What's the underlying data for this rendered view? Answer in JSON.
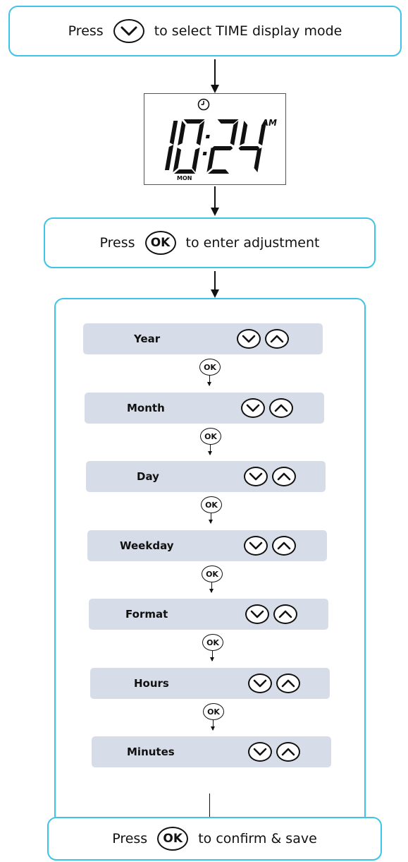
{
  "top_callout": {
    "before": "Press",
    "button": "down",
    "after": "to select TIME display mode"
  },
  "display": {
    "time": "10:24",
    "ampm": "AM",
    "day": "MON",
    "icon": "clock-icon"
  },
  "enter_callout": {
    "before": "Press",
    "button": "OK",
    "after": "to enter adjustment"
  },
  "steps": [
    {
      "label": "Year"
    },
    {
      "label": "Month"
    },
    {
      "label": "Day"
    },
    {
      "label": "Weekday"
    },
    {
      "label": "Format"
    },
    {
      "label": "Hours"
    },
    {
      "label": "Minutes"
    }
  ],
  "ok_label": "OK",
  "confirm_callout": {
    "before": "Press",
    "button": "OK",
    "after": "to confirm & save"
  },
  "colors": {
    "callout_border": "#3fc3e6",
    "step_fill": "#d7dde8",
    "ink": "#111111"
  }
}
